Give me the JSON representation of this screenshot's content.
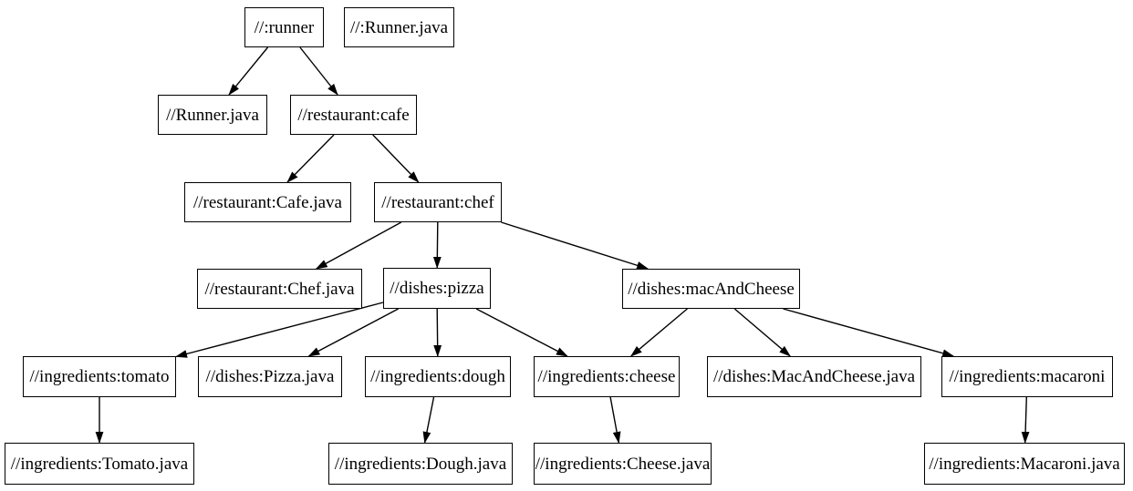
{
  "diagram": {
    "type": "dependency-graph",
    "background_color": "#ffffff",
    "node_fill_color": "#ffffff",
    "node_border_color": "#000000",
    "edge_color": "#000000",
    "nodes": [
      {
        "id": "runner",
        "label": "//:runner"
      },
      {
        "id": "runner-java-src",
        "label": "//:Runner.java"
      },
      {
        "id": "runner-java",
        "label": "//Runner.java"
      },
      {
        "id": "cafe",
        "label": "//restaurant:cafe"
      },
      {
        "id": "cafe-java",
        "label": "//restaurant:Cafe.java"
      },
      {
        "id": "chef",
        "label": "//restaurant:chef"
      },
      {
        "id": "chef-java",
        "label": "//restaurant:Chef.java"
      },
      {
        "id": "pizza",
        "label": "//dishes:pizza"
      },
      {
        "id": "mac-and-cheese",
        "label": "//dishes:macAndCheese"
      },
      {
        "id": "tomato",
        "label": "//ingredients:tomato"
      },
      {
        "id": "pizza-java",
        "label": "//dishes:Pizza.java"
      },
      {
        "id": "dough",
        "label": "//ingredients:dough"
      },
      {
        "id": "cheese",
        "label": "//ingredients:cheese"
      },
      {
        "id": "mac-and-cheese-java",
        "label": "//dishes:MacAndCheese.java"
      },
      {
        "id": "macaroni",
        "label": "//ingredients:macaroni"
      },
      {
        "id": "tomato-java",
        "label": "//ingredients:Tomato.java"
      },
      {
        "id": "dough-java",
        "label": "//ingredients:Dough.java"
      },
      {
        "id": "cheese-java",
        "label": "//ingredients:Cheese.java"
      },
      {
        "id": "macaroni-java",
        "label": "//ingredients:Macaroni.java"
      }
    ],
    "edges": [
      {
        "from": "runner",
        "to": "runner-java"
      },
      {
        "from": "runner",
        "to": "cafe"
      },
      {
        "from": "cafe",
        "to": "cafe-java"
      },
      {
        "from": "cafe",
        "to": "chef"
      },
      {
        "from": "chef",
        "to": "chef-java"
      },
      {
        "from": "chef",
        "to": "pizza"
      },
      {
        "from": "chef",
        "to": "mac-and-cheese"
      },
      {
        "from": "pizza",
        "to": "tomato"
      },
      {
        "from": "pizza",
        "to": "pizza-java"
      },
      {
        "from": "pizza",
        "to": "dough"
      },
      {
        "from": "pizza",
        "to": "cheese"
      },
      {
        "from": "mac-and-cheese",
        "to": "cheese"
      },
      {
        "from": "mac-and-cheese",
        "to": "mac-and-cheese-java"
      },
      {
        "from": "mac-and-cheese",
        "to": "macaroni"
      },
      {
        "from": "tomato",
        "to": "tomato-java"
      },
      {
        "from": "dough",
        "to": "dough-java"
      },
      {
        "from": "cheese",
        "to": "cheese-java"
      },
      {
        "from": "macaroni",
        "to": "macaroni-java"
      }
    ]
  }
}
